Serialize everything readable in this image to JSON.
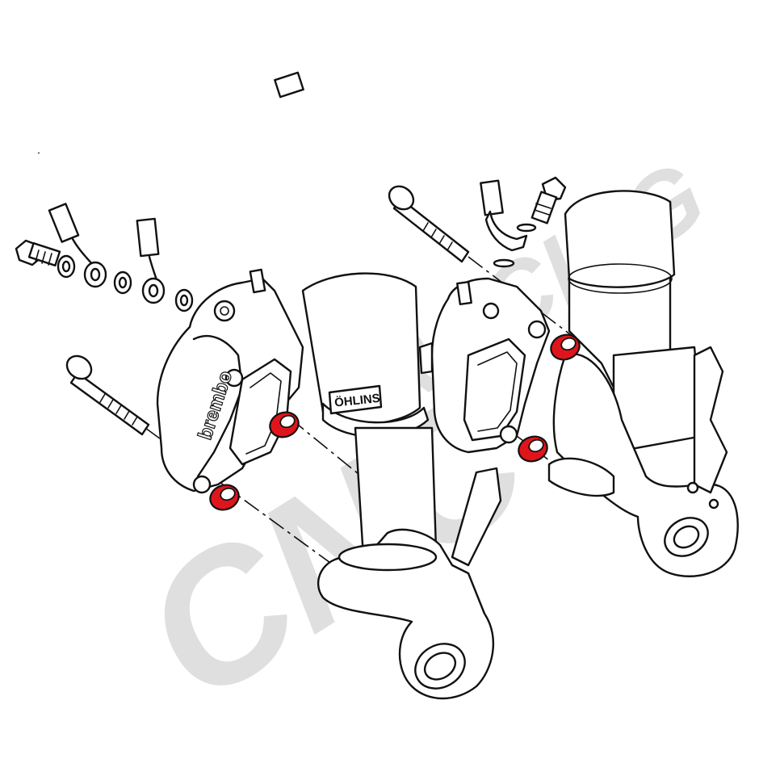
{
  "watermark": {
    "brand": "CNC",
    "tagline": "RACING",
    "color": "#d9d9d9"
  },
  "labels": {
    "caliper_brand": "brembo",
    "fork_brand": "ÖHLINS"
  },
  "colors": {
    "spacer_fill": "#e0151b",
    "line": "#111111",
    "background": "#ffffff"
  },
  "icons": {
    "banjo_bolt": "banjo-bolt-icon",
    "washer": "crush-washer-icon",
    "mount_bolt": "caliper-mount-bolt-icon",
    "spacer": "caliper-spacer-icon"
  }
}
